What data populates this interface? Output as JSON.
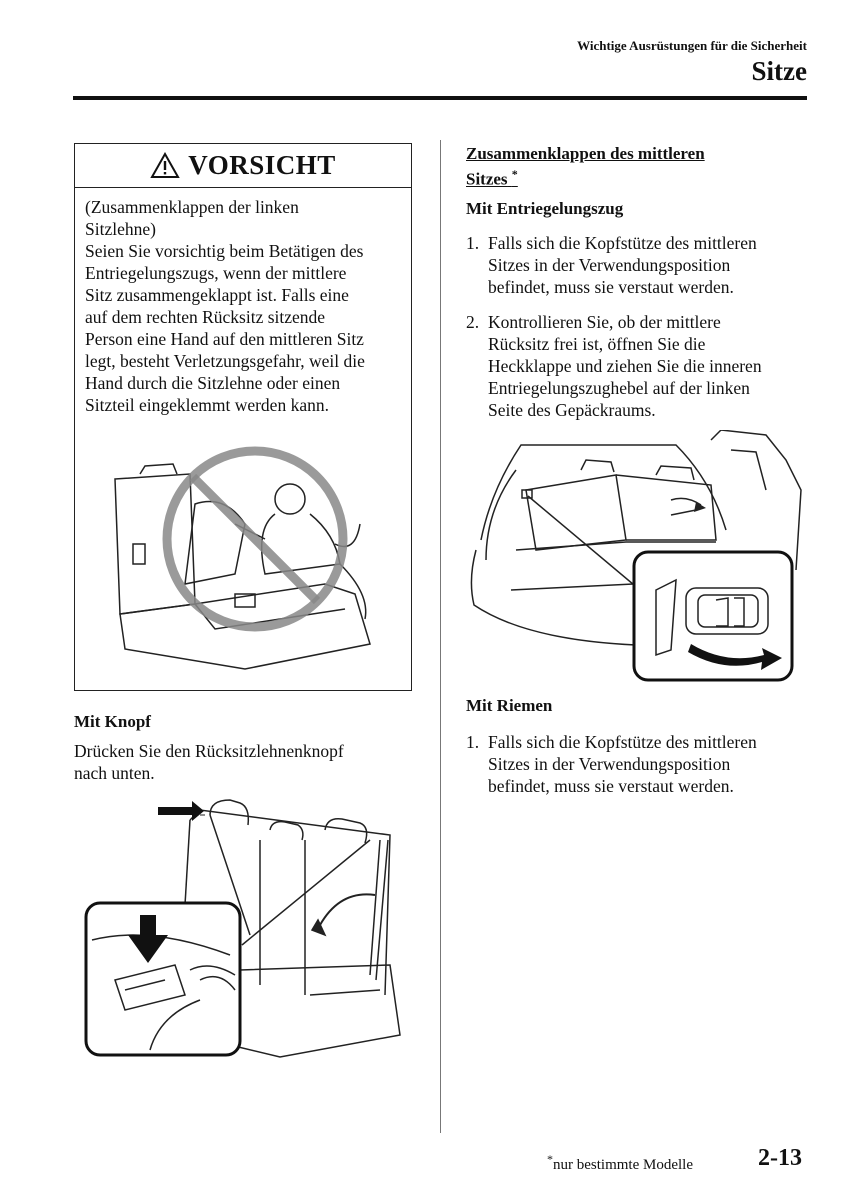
{
  "header": {
    "subtitle": "Wichtige Ausrüstungen für die Sicherheit",
    "title": "Sitze"
  },
  "caution": {
    "title": "VORSICHT",
    "text": "(Zusammenklappen der linken\nSitzlehne)\nSeien Sie vorsichtig beim Betätigen des\nEntriegelungszugs, wenn der mittlere\nSitz zusammengeklappt ist. Falls eine\nauf dem rechten Rücksitz sitzende\nPerson eine Hand auf den mittleren Sitz\nlegt, besteht Verletzungsgefahr, weil die\nHand durch die Sitzlehne oder einen\nSitzteil eingeklemmt werden kann."
  },
  "knopf": {
    "heading": "Mit Knopf",
    "text": "Drücken Sie den Rücksitzlehnenknopf\nnach unten."
  },
  "middle_seat": {
    "heading_line1": "Zusammenklappen des mittleren",
    "heading_line2": "Sitzes",
    "footnote_mark": "*"
  },
  "entriegelungszug": {
    "heading": "Mit Entriegelungszug",
    "steps": [
      {
        "num": "1.",
        "text": "Falls sich die Kopfstütze des mittleren\nSitzes in der Verwendungsposition\nbefindet, muss sie verstaut werden."
      },
      {
        "num": "2.",
        "text": "Kontrollieren Sie, ob der mittlere\nRücksitz frei ist, öffnen Sie die\nHeckklappe und ziehen Sie die inneren\nEntriegelungszughebel auf der linken\nSeite des Gepäckraums."
      }
    ]
  },
  "riemen": {
    "heading": "Mit Riemen",
    "steps": [
      {
        "num": "1.",
        "text": "Falls sich die Kopfstütze des mittleren\nSitzes in der Verwendungsposition\nbefindet, muss sie verstaut werden."
      }
    ]
  },
  "footer": {
    "footnote_mark": "*",
    "footnote_text": "nur bestimmte Modelle",
    "page_number": "2-13"
  }
}
